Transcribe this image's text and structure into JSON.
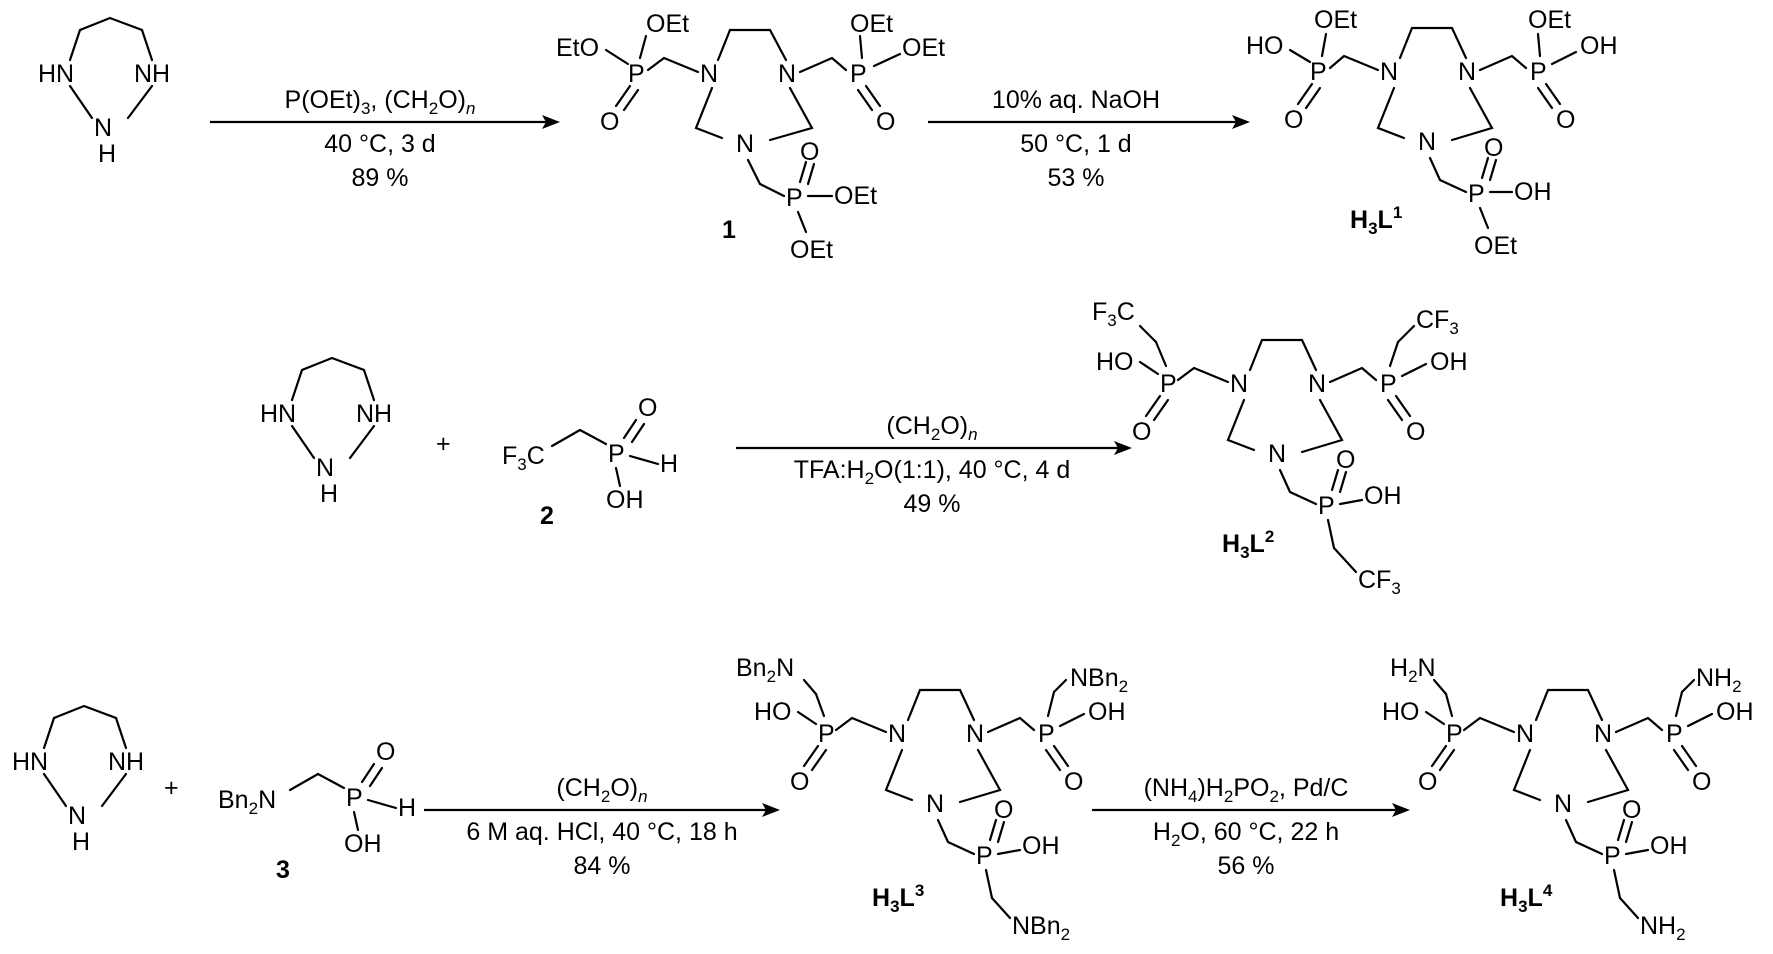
{
  "atoms": {
    "N": "N",
    "HN": "HN",
    "NH": "NH",
    "H": "H",
    "P": "P",
    "O": "O",
    "OEt": "OEt",
    "EtO": "EtO",
    "OH": "OH",
    "HO": "HO",
    "F3C": "F",
    "CF3": "CF",
    "CF3_sub": "3",
    "F_sub": "3",
    "F_tail": "C",
    "Bn2N": "Bn",
    "NBn2": "NBn",
    "sub2": "2",
    "H2N": "H",
    "NH2": "NH"
  },
  "compounds": {
    "c1": "1",
    "c2": "2",
    "c3": "3",
    "L1": {
      "main": "H",
      "sub": "3",
      "tail": "L",
      "sup": "1",
      "color": "#1a1ae6"
    },
    "L2": {
      "main": "H",
      "sub": "3",
      "tail": "L",
      "sup": "2",
      "color": "#e61ae6"
    },
    "L3": {
      "main": "H",
      "sub": "3",
      "tail": "L",
      "sup": "3",
      "color": "#f0a000"
    },
    "L4": {
      "main": "H",
      "sub": "3",
      "tail": "L",
      "sup": "4",
      "color": "#1ad91a"
    }
  },
  "plus": "+",
  "reactions": {
    "r1": {
      "line1_a": "P(OEt)",
      "line1_b": "3",
      "line1_c": ", (CH",
      "line1_d": "2",
      "line1_e": "O)",
      "line1_f": "n",
      "line2": "40 °C, 3 d",
      "line3": "89 %"
    },
    "r2": {
      "line1": "10% aq. NaOH",
      "line2": "50 °C, 1 d",
      "line3": "53 %"
    },
    "r3": {
      "line1_a": "(CH",
      "line1_b": "2",
      "line1_c": "O)",
      "line1_d": "n",
      "line2_a": "TFA:H",
      "line2_b": "2",
      "line2_c": "O(1:1), 40 °C, 4 d",
      "line3": "49 %"
    },
    "r4": {
      "line1_a": "(CH",
      "line1_b": "2",
      "line1_c": "O)",
      "line1_d": "n",
      "line2": "6 M aq. HCl, 40 °C, 18 h",
      "line3": "84 %"
    },
    "r5": {
      "line1_a": "(NH",
      "line1_b": "4",
      "line1_c": ")H",
      "line1_d": "2",
      "line1_e": "PO",
      "line1_f": "2",
      "line1_g": ", Pd/C",
      "line2_a": "H",
      "line2_b": "2",
      "line2_c": "O, 60 °C, 22 h",
      "line3": "56 %"
    }
  }
}
